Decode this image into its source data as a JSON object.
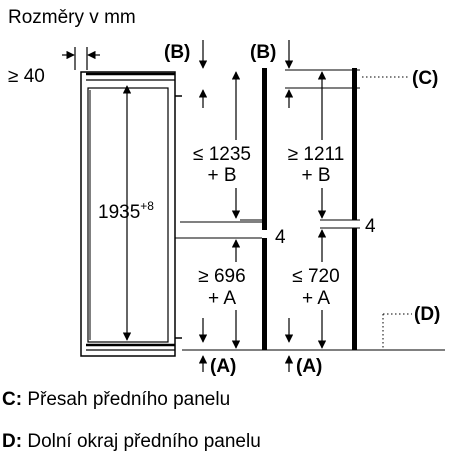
{
  "title": "Rozměry v mm",
  "labels": {
    "top_gap": "≥ 40",
    "height_main": "1935",
    "height_tol": "+8",
    "b_left": "(B)",
    "b_right": "(B)",
    "c_right": "(C)",
    "d_right": "(D)",
    "a_left": "(A)",
    "a_right": "(A)",
    "upper_left_value": "≤ 1235",
    "upper_left_add": "+ B",
    "upper_right_value": "≥ 1211",
    "upper_right_add": "+ B",
    "lower_left_value": "≥ 696",
    "lower_left_add": "+ A",
    "lower_right_value": "≤ 720",
    "lower_right_add": "+ A",
    "gap_left": "4",
    "gap_right": "4"
  },
  "legend": [
    {
      "key": "C:",
      "text": "Přesah předního panelu"
    },
    {
      "key": "D:",
      "text": "Dolní okraj předního panelu"
    }
  ]
}
